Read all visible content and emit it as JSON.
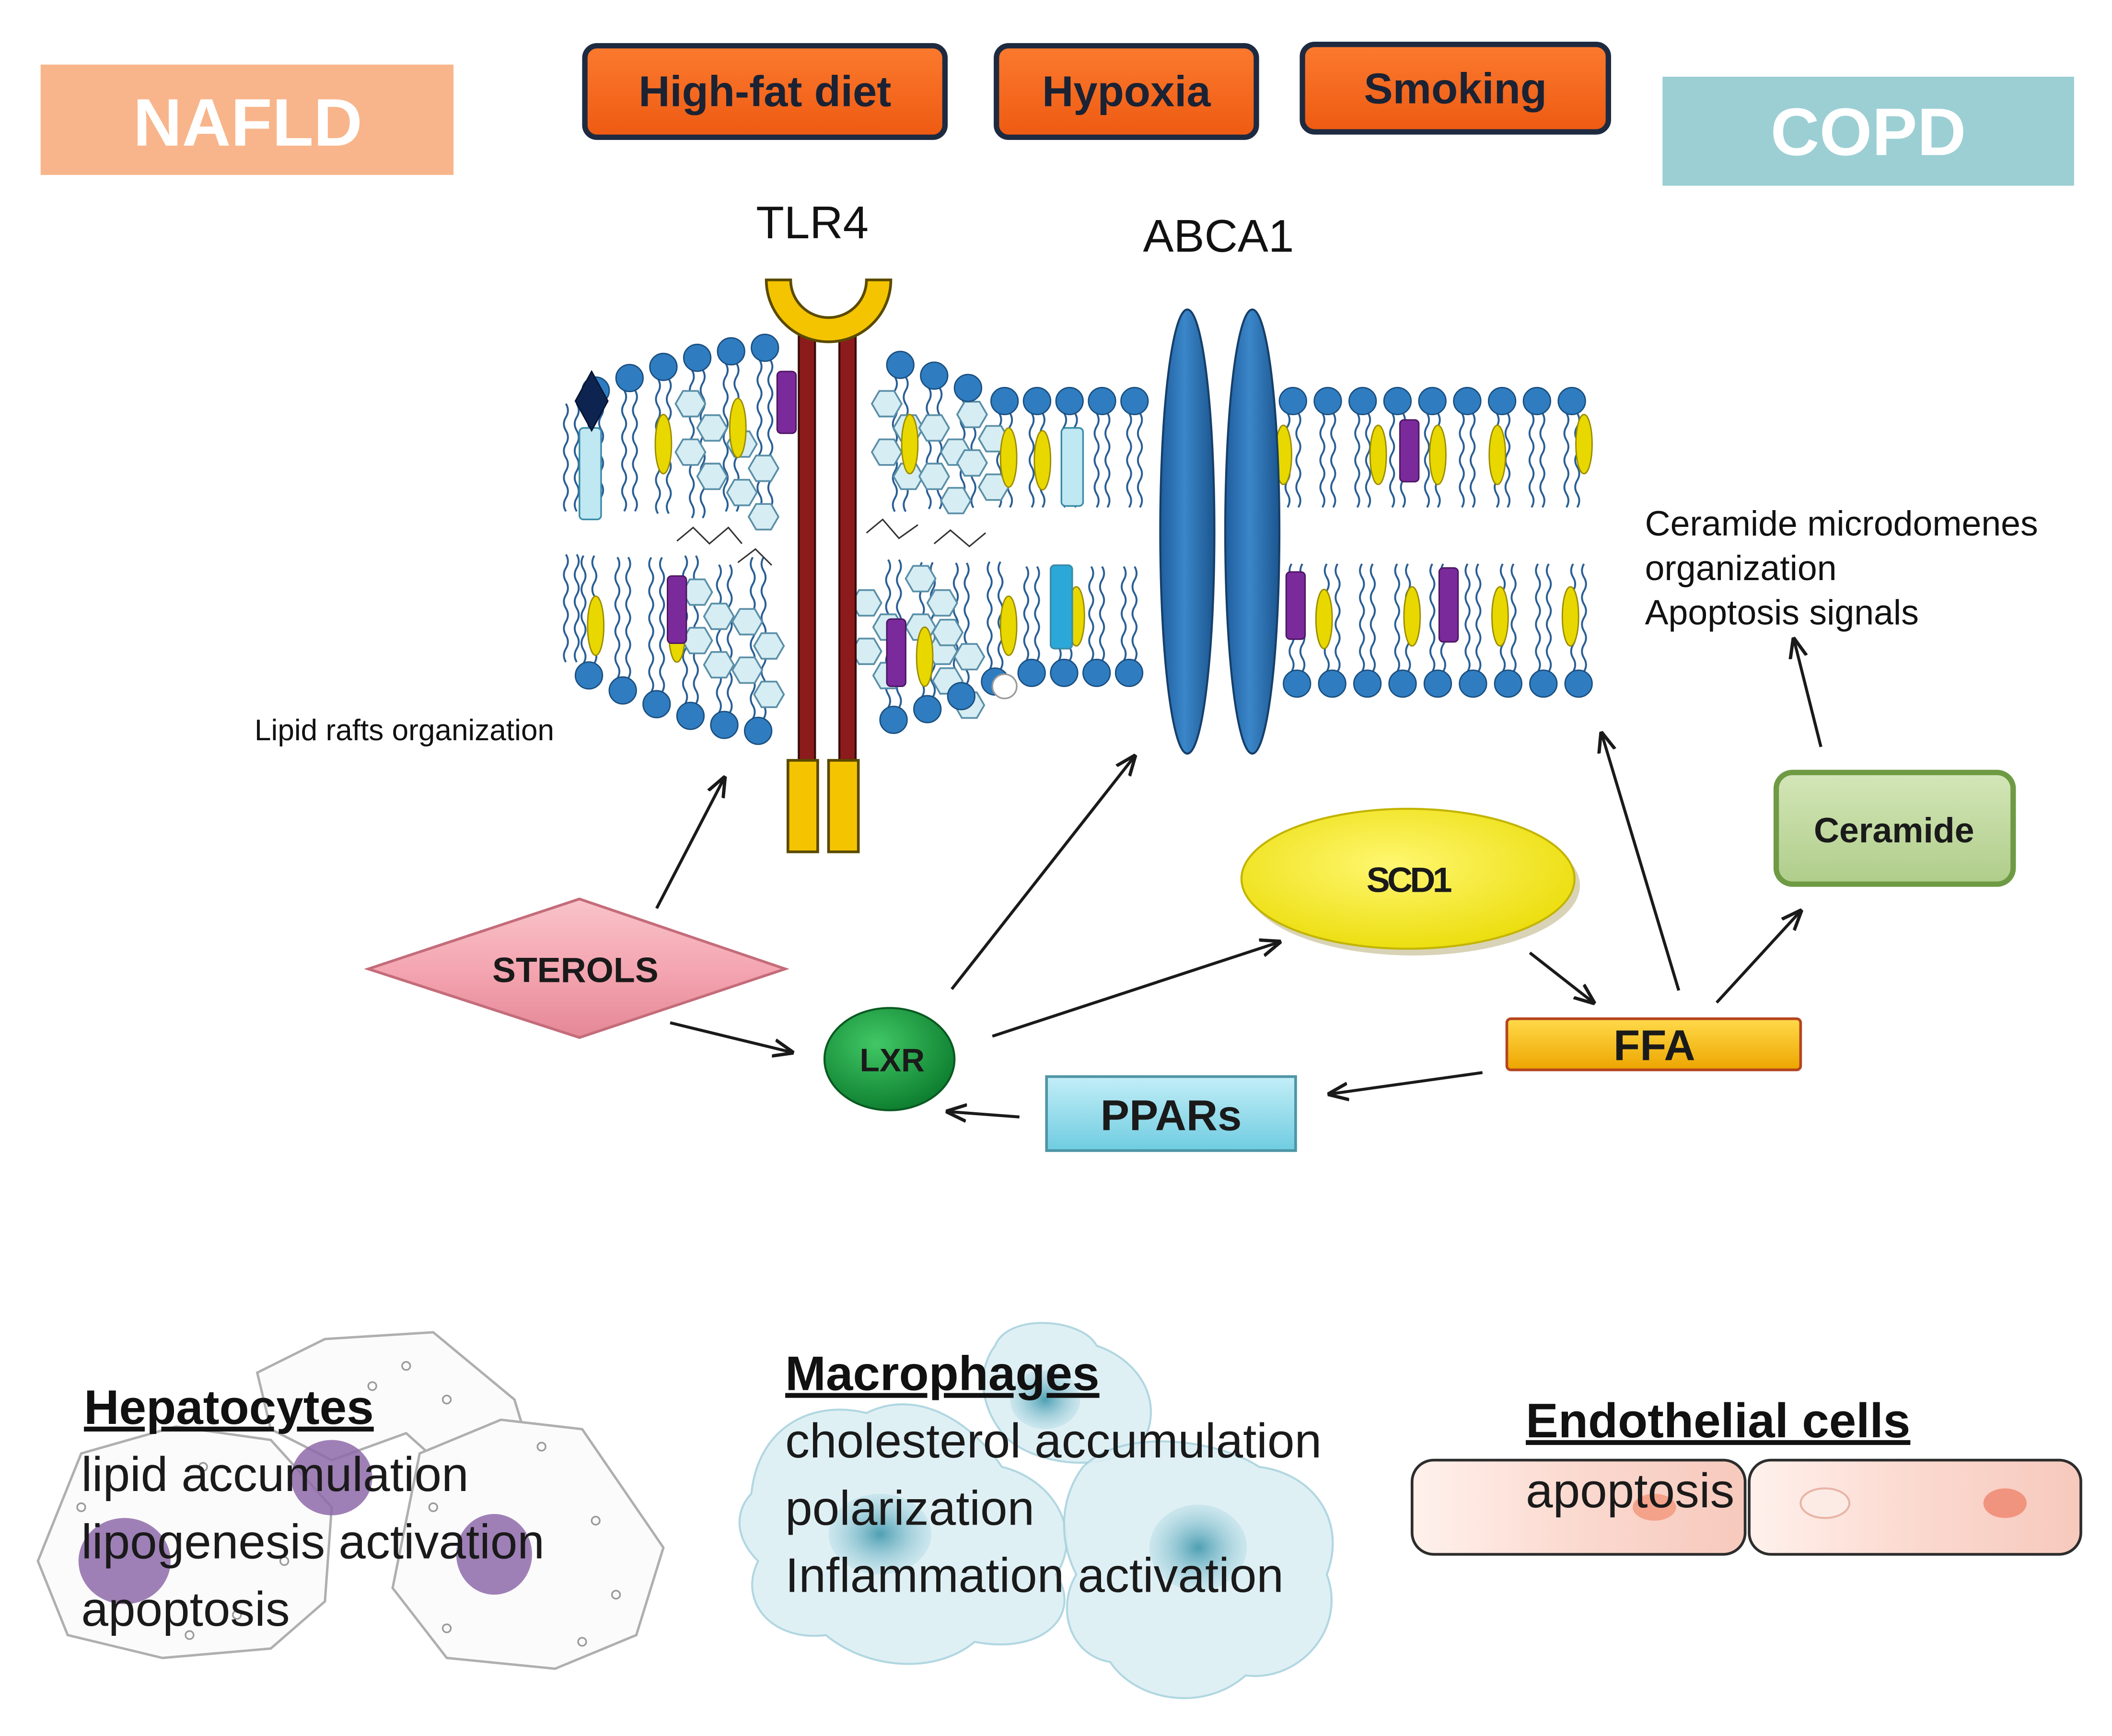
{
  "diseases": {
    "left": "NAFLD",
    "right": "COPD"
  },
  "risk_factors": [
    "High-fat diet",
    "Hypoxia",
    "Smoking"
  ],
  "membrane": {
    "receptor_label": "TLR4",
    "transporter_label": "ABCA1"
  },
  "annotations": {
    "lipid_rafts": "Lipid rafts organization",
    "ceramide_effects": [
      "Ceramide microdomenes",
      "organization",
      "Apoptosis signals"
    ]
  },
  "nodes": {
    "sterols": "STEROLS",
    "lxr": "LXR",
    "scd1": "SCD1",
    "ffa": "FFA",
    "ppars": "PPARs",
    "ceramide": "Ceramide"
  },
  "cells": [
    {
      "title": "Hepatocytes",
      "effects": [
        "lipid accumulation",
        "lipogenesis activation",
        "apoptosis"
      ]
    },
    {
      "title": "Macrophages",
      "effects": [
        "cholesterol accumulation",
        "polarization",
        "Inflammation activation"
      ]
    },
    {
      "title": "Endothelial cells",
      "effects": [
        "apoptosis"
      ]
    }
  ],
  "colors": {
    "nafld_box": "#F8B58B",
    "copd_box": "#9BCFD4",
    "risk_factor_fill": "#F86A1E",
    "risk_factor_border": "#1E2A40",
    "lipid_head": "#2F7DC0",
    "lipid_tail": "#2A5F95",
    "ceramide_border": "#6E9A44"
  }
}
